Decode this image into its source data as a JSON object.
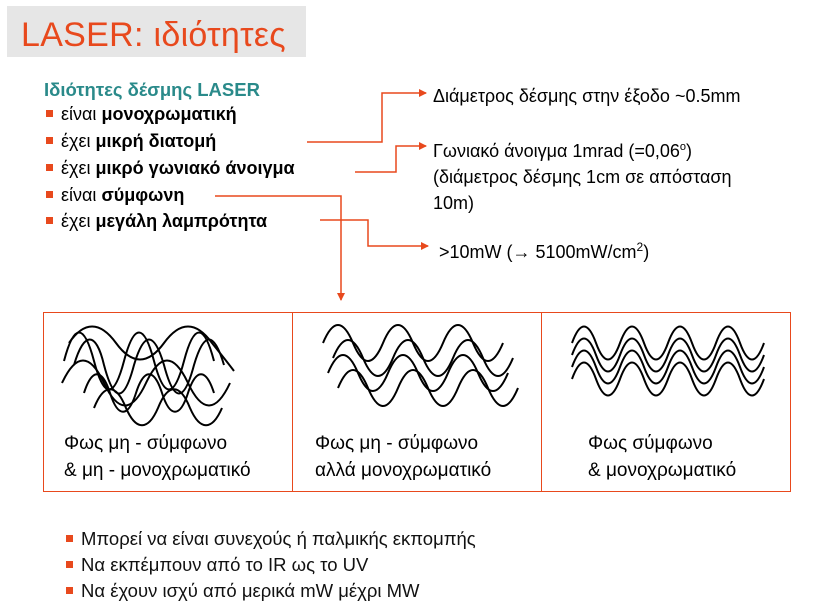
{
  "title": "LASER: ιδιότητες",
  "properties_heading": "Ιδιότητες δέσμης LASER",
  "properties": [
    {
      "prefix": "είναι ",
      "bold": "μονοχρωματική"
    },
    {
      "prefix": "έχει ",
      "bold": "μικρή διατομή"
    },
    {
      "prefix": "έχει ",
      "bold": "μικρό γωνιακό άνοιγμα"
    },
    {
      "prefix": "είναι ",
      "bold": "σύμφωνη"
    },
    {
      "prefix": "έχει ",
      "bold": "μεγάλη λαμπρότητα"
    }
  ],
  "notes": {
    "diameter": "Διάμετρος δέσμης στην έξοδο ~0.5mm",
    "angle_line1": "Γωνιακό άνοιγμα 1mrad (=0,06",
    "angle_deg": "ο",
    "angle_close": ")",
    "angle_line2": "(διάμετρος δέσμης 1cm σε απόσταση",
    "angle_line3": "10m)",
    "brightness_pre": ">10mW (",
    "brightness_arrow": "→",
    "brightness_mid": " 5100mW/cm",
    "brightness_sup": "2",
    "brightness_close": ")"
  },
  "panels": [
    {
      "line1": "Φως μη - σύμφωνο",
      "line2": "& μη - μονοχρωματικό"
    },
    {
      "line1": "Φως μη - σύμφωνο",
      "line2": "αλλά μονοχρωματικό"
    },
    {
      "line1": "Φως σύμφωνο",
      "line2": "& μονοχρωματικό"
    }
  ],
  "footer": [
    "Μπορεί να είναι συνεχούς ή παλμικής εκπομπής",
    "Να εκπέμπουν από το IR ως το UV",
    "Να έχουν ισχύ από μερικά mW μέχρι MW"
  ],
  "colors": {
    "accent": "#e8491d",
    "heading": "#2a8a8a"
  }
}
